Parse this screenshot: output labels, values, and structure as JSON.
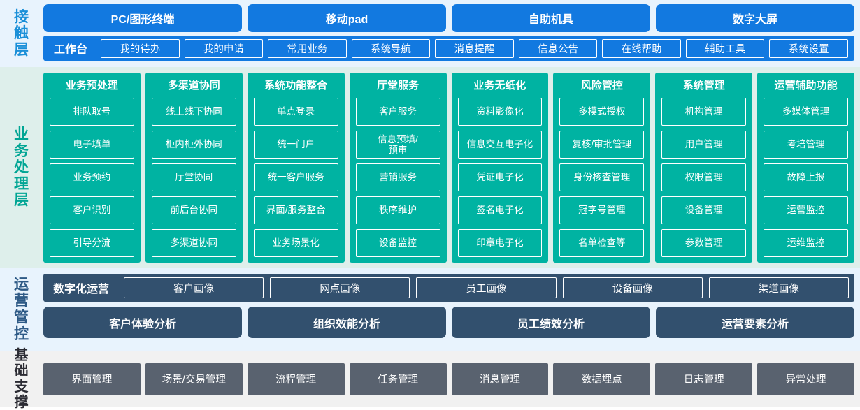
{
  "colors": {
    "blue": "#1279e0",
    "blue_band_bg": "#e8f3fd",
    "teal": "#00b3a2",
    "teal_band_bg": "#deefeb",
    "slate": "#32506e",
    "gray": "#59626f",
    "gray_band_bg": "#f1f1f1"
  },
  "bands": {
    "access": {
      "label": "接触层",
      "channels": [
        "PC/图形终端",
        "移动pad",
        "自助机具",
        "数字大屏"
      ],
      "workbench_title": "工作台",
      "workbench_items": [
        "我的待办",
        "我的申请",
        "常用业务",
        "系统导航",
        "消息提醒",
        "信息公告",
        "在线帮助",
        "辅助工具",
        "系统设置"
      ]
    },
    "business": {
      "label": "业务处理层",
      "columns": [
        {
          "title": "业务预处理",
          "items": [
            "排队取号",
            "电子填单",
            "业务预约",
            "客户识别",
            "引导分流"
          ]
        },
        {
          "title": "多渠道协同",
          "items": [
            "线上线下协同",
            "柜内柜外协同",
            "厅堂协同",
            "前后台协同",
            "多渠道协同"
          ]
        },
        {
          "title": "系统功能整合",
          "items": [
            "单点登录",
            "统一门户",
            "统一客户服务",
            "界面/服务整合",
            "业务场景化"
          ]
        },
        {
          "title": "厅堂服务",
          "items": [
            "客户服务",
            "信息预填/\n预审",
            "营销服务",
            "秩序维护",
            "设备监控"
          ]
        },
        {
          "title": "业务无纸化",
          "items": [
            "资料影像化",
            "信息交互电子化",
            "凭证电子化",
            "签名电子化",
            "印章电子化"
          ]
        },
        {
          "title": "风险管控",
          "items": [
            "多模式授权",
            "复核/审批管理",
            "身份核查管理",
            "冠字号管理",
            "名单检查等"
          ]
        },
        {
          "title": "系统管理",
          "items": [
            "机构管理",
            "用户管理",
            "权限管理",
            "设备管理",
            "参数管理"
          ]
        },
        {
          "title": "运营辅助功能",
          "items": [
            "多媒体管理",
            "考培管理",
            "故障上报",
            "运营监控",
            "运维监控"
          ]
        }
      ]
    },
    "operations": {
      "label": "运营管控",
      "portrait_title": "数字化运营",
      "portrait_items": [
        "客户画像",
        "网点画像",
        "员工画像",
        "设备画像",
        "渠道画像"
      ],
      "analysis_items": [
        "客户体验分析",
        "组织效能分析",
        "员工绩效分析",
        "运营要素分析"
      ]
    },
    "base": {
      "label": "基础支撑",
      "items": [
        "界面管理",
        "场景/交易管理",
        "流程管理",
        "任务管理",
        "消息管理",
        "数据埋点",
        "日志管理",
        "异常处理"
      ]
    }
  }
}
